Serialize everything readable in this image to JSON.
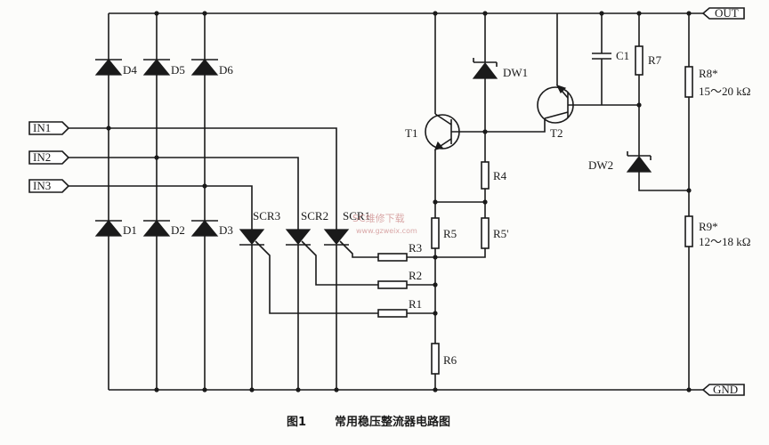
{
  "ports": {
    "in1": "IN1",
    "in2": "IN2",
    "in3": "IN3",
    "out": "OUT",
    "gnd": "GND"
  },
  "diodes": [
    "D1",
    "D2",
    "D3",
    "D4",
    "D5",
    "D6"
  ],
  "thyristors": [
    "SCR1",
    "SCR2",
    "SCR3"
  ],
  "transistors": [
    "T1",
    "T2"
  ],
  "zeners": [
    "DW1",
    "DW2"
  ],
  "capacitor": "C1",
  "resistors": {
    "r1": "R1",
    "r2": "R2",
    "r3": "R3",
    "r4": "R4",
    "r5": "R5",
    "r5p": "R5'",
    "r6": "R6",
    "r7": "R7",
    "r8": "R8*",
    "r8_value": "15～20 kΩ",
    "r9": "R9*",
    "r9_value": "12～18 kΩ"
  },
  "watermark": {
    "text": "SC维修下载",
    "url": "www.gzweix.com"
  },
  "caption": {
    "figure": "图1",
    "title": "常用稳压整流器电路图"
  }
}
